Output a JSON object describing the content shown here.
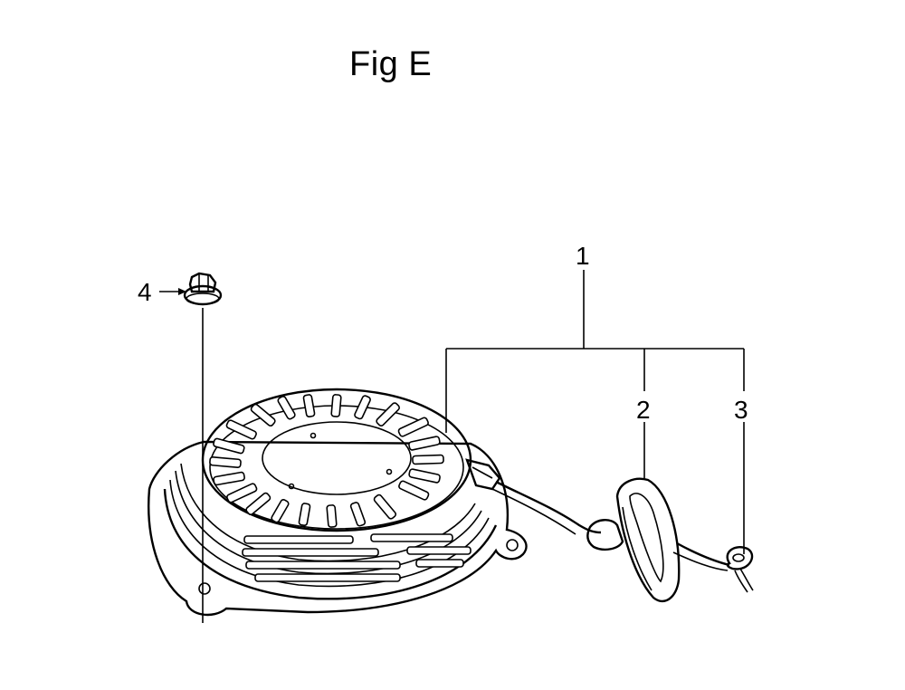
{
  "figure": {
    "title": "Fig E"
  },
  "callouts": [
    {
      "id": "1",
      "label": "1"
    },
    {
      "id": "2",
      "label": "2"
    },
    {
      "id": "3",
      "label": "3"
    },
    {
      "id": "4",
      "label": "4"
    }
  ],
  "parts": [
    {
      "id": "recoil-starter-assembly",
      "callout": "1"
    },
    {
      "id": "starter-grip",
      "callout": "2"
    },
    {
      "id": "rope",
      "callout": "3"
    },
    {
      "id": "flange-nut",
      "callout": "4"
    }
  ]
}
